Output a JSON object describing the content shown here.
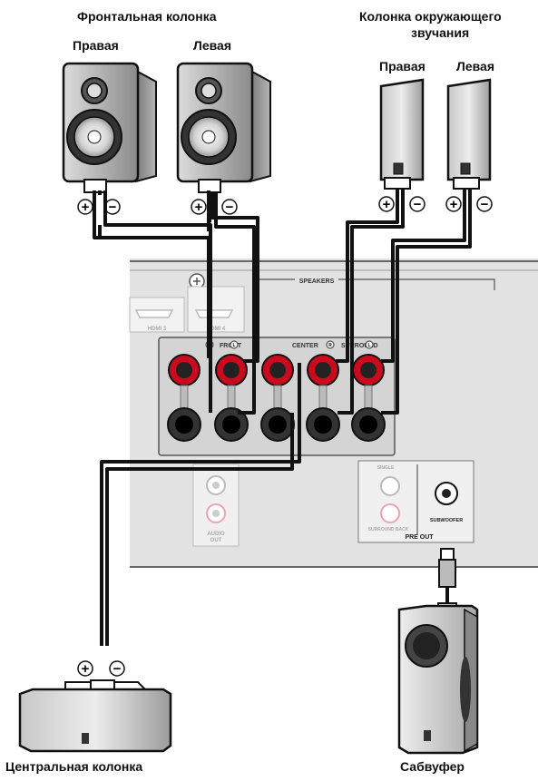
{
  "labels": {
    "front_group": "Фронтальная колонка",
    "surround_group_line1": "Колонка окружающего",
    "surround_group_line2": "звучания",
    "front_right": "Правая",
    "front_left": "Левая",
    "surround_right": "Правая",
    "surround_left": "Левая",
    "center_speaker": "Центральная колонка",
    "subwoofer": "Сабвуфер"
  },
  "polarity": {
    "plus": "+",
    "minus": "−"
  },
  "panel": {
    "speakers": "SPEAKERS",
    "front": "FRONT",
    "center": "CENTER",
    "surround": "SURROUND",
    "right_mark": "R",
    "left_mark": "L",
    "hdmi3": "HDMI 3",
    "hdmi4": "HDMI 4",
    "audio_out_line1": "AUDIO",
    "audio_out_line2": "OUT",
    "single": "SINGLE",
    "surround_back": "SURROUND BACK",
    "subwoofer_jack": "SUBWOOFER",
    "pre_out": "PRE OUT"
  },
  "colors": {
    "positive_terminal": "#cc0a1e",
    "negative_terminal": "#222222",
    "panel": "#e2e2e2",
    "cable": "#111111"
  }
}
